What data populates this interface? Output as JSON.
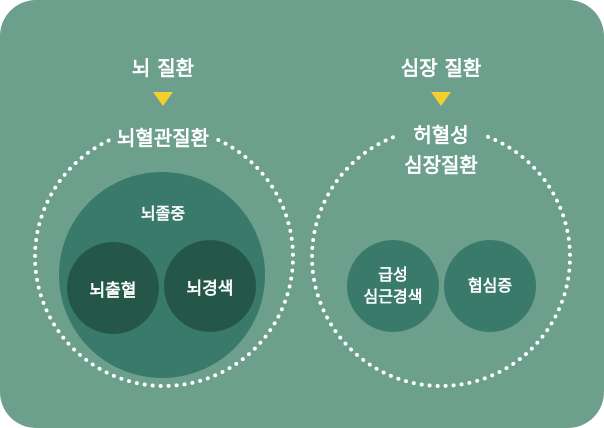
{
  "left": {
    "category": "뇌 질환",
    "group": "뇌혈관질환",
    "inner_group": "뇌졸중",
    "items": [
      "뇌출혈",
      "뇌경색"
    ]
  },
  "right": {
    "category": "심장 질환",
    "group_line1": "허혈성",
    "group_line2": "심장질환",
    "item1_line1": "급성",
    "item1_line2": "심근경색",
    "item2": "협심증"
  },
  "colors": {
    "background": "#6c9f8c",
    "inner_circle": "#3a7a6a",
    "dark_circle": "#245748",
    "arrow": "#f4cf2d"
  }
}
